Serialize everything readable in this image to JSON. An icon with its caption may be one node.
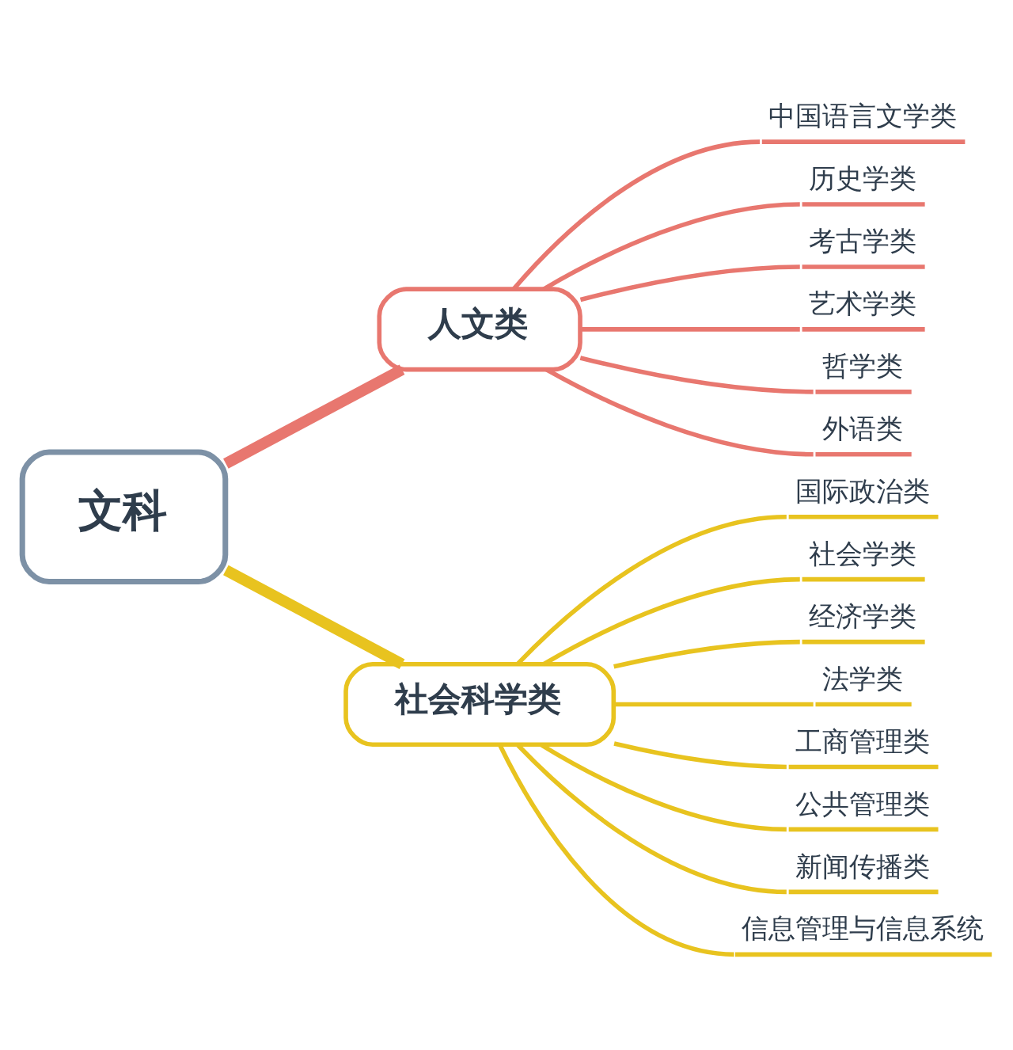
{
  "diagram": {
    "nodes": [
      {
        "text": [
          "文科"
        ]
      },
      {
        "text": [
          "人文类"
        ]
      },
      {
        "text": [
          "社会科学类"
        ]
      },
      {
        "text": [
          "中国语言文学类"
        ]
      },
      {
        "text": [
          "历史学类"
        ]
      },
      {
        "text": [
          "考古学类"
        ]
      },
      {
        "text": [
          "艺术学类"
        ]
      },
      {
        "text": [
          "哲学类"
        ]
      },
      {
        "text": [
          "外语类"
        ]
      },
      {
        "text": [
          "国际政治类"
        ]
      },
      {
        "text": [
          "社会学类"
        ]
      },
      {
        "text": [
          "经济学类"
        ]
      },
      {
        "text": [
          "法学类"
        ]
      },
      {
        "text": [
          "工商管理类"
        ]
      },
      {
        "text": [
          "公共管理类"
        ]
      },
      {
        "text": [
          "新闻传播类"
        ]
      },
      {
        "text": [
          "信息管理与信息系统"
        ]
      }
    ],
    "edges": [
      {
        "from": 0,
        "to": 1,
        "arrow": "none",
        "style": "thick",
        "color": "#e8776f"
      },
      {
        "from": 0,
        "to": 2,
        "arrow": "none",
        "style": "thick"
      },
      {
        "from": 1,
        "to": 3,
        "arrow": "none",
        "color": "#e8776f"
      },
      {
        "from": 1,
        "to": 4,
        "arrow": "none",
        "color": "#e8776f"
      },
      {
        "from": 1,
        "to": 5,
        "arrow": "none",
        "color": "#e8776f"
      },
      {
        "from": 1,
        "to": 6,
        "arrow": "none",
        "color": "#e8776f"
      },
      {
        "from": 1,
        "to": 7,
        "arrow": "none",
        "color": "#e8776f"
      },
      {
        "from": 1,
        "to": 8,
        "arrow": "none",
        "color": "#e8776f"
      },
      {
        "from": 2,
        "to": 9,
        "arrow": "none"
      },
      {
        "from": 2,
        "to": 10,
        "arrow": "none"
      },
      {
        "from": 2,
        "to": 11,
        "arrow": "none"
      },
      {
        "from": 2,
        "to": 12,
        "arrow": "none"
      },
      {
        "from": 2,
        "to": 13,
        "arrow": "none"
      },
      {
        "from": 2,
        "to": 14,
        "arrow": "none"
      },
      {
        "from": 2,
        "to": 15,
        "arrow": "none"
      },
      {
        "from": 2,
        "to": 16,
        "arrow": "none"
      }
    ]
  }
}
